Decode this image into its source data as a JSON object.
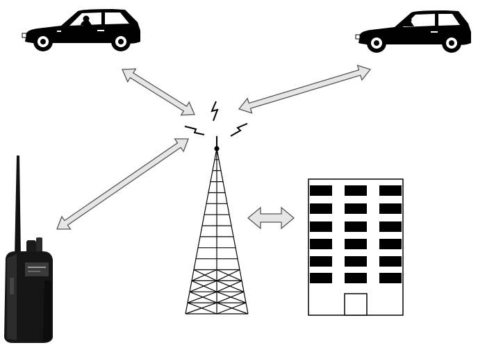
{
  "diagram": {
    "nodes": [
      {
        "id": "car-left",
        "kind": "car-icon"
      },
      {
        "id": "car-right",
        "kind": "car-icon"
      },
      {
        "id": "radio-handset",
        "kind": "walkie-talkie-icon"
      },
      {
        "id": "radio-tower",
        "kind": "antenna-tower-icon"
      },
      {
        "id": "building",
        "kind": "office-building-icon"
      }
    ],
    "links": [
      {
        "from": "car-left",
        "to": "radio-tower",
        "kind": "double-arrow"
      },
      {
        "from": "car-right",
        "to": "radio-tower",
        "kind": "double-arrow"
      },
      {
        "from": "radio-handset",
        "to": "radio-tower",
        "kind": "double-arrow"
      },
      {
        "from": "radio-tower",
        "to": "building",
        "kind": "double-arrow"
      }
    ]
  },
  "colors": {
    "arrow_fill": "#e6e6e6",
    "arrow_stroke": "#555555",
    "ink": "#000000",
    "background": "#ffffff"
  }
}
